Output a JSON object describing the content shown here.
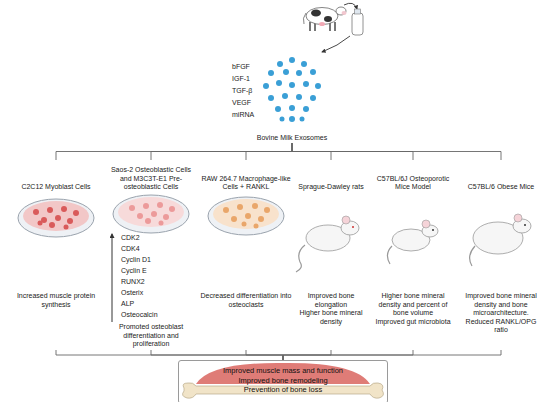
{
  "diagram": {
    "nodes": [
      {
        "text": [
          "Bovine Milk Exosomes"
        ]
      },
      {
        "text": [
          "C2C12 Myoblast Cells",
          "Increased muscle protein synthesis"
        ]
      },
      {
        "text": [
          "Saos-2 Osteoblastic Cells and M3C3T-E1 Pre-osteoblastic Cells",
          "CDK2",
          "CDK4",
          "Cyclin D1",
          "Cyclin E",
          "RUNX2",
          "Osterix",
          "ALP",
          "Osteocalcin",
          "Promoted osteoblast differentiation and proliferation"
        ]
      },
      {
        "text": [
          "RAW 264.7 Macrophage-like Cells + RANKL",
          "Decreased differentiation into osteoclasts"
        ]
      },
      {
        "text": [
          "Sprague-Dawley rats",
          "Improved bone elongation",
          "Higher bone mineral density"
        ]
      },
      {
        "text": [
          "C57BL/6J Osteoporotic Mice Model",
          "Higher bone mineral density and percent of bone volume",
          "Improved gut microbiota"
        ]
      },
      {
        "text": [
          "C57BL/6 Obese Mice",
          "Improved bone mineral density and bone microarchitecture.",
          "Reduced RANKL/OPG ratio"
        ]
      },
      {
        "text": [
          "Improved muscle mass and function",
          "Improved bone remodeling",
          "Prevention of bone loss"
        ]
      }
    ],
    "edges": [
      {
        "from": 0,
        "to": 1,
        "arrow": "none"
      },
      {
        "from": 0,
        "to": 2,
        "arrow": "none"
      },
      {
        "from": 0,
        "to": 3,
        "arrow": "none"
      },
      {
        "from": 0,
        "to": 4,
        "arrow": "none"
      },
      {
        "from": 0,
        "to": 5,
        "arrow": "none"
      },
      {
        "from": 0,
        "to": 6,
        "arrow": "none"
      },
      {
        "from": 1,
        "to": 7,
        "arrow": "none"
      },
      {
        "from": 2,
        "to": 7,
        "arrow": "none"
      },
      {
        "from": 3,
        "to": 7,
        "arrow": "none"
      },
      {
        "from": 4,
        "to": 7,
        "arrow": "none"
      },
      {
        "from": 5,
        "to": 7,
        "arrow": "none"
      },
      {
        "from": 6,
        "to": 7,
        "arrow": "none"
      }
    ],
    "labels": [
      "bFGF",
      "IGF-1",
      "TGF-β",
      "VEGF",
      "miRNA"
    ]
  }
}
